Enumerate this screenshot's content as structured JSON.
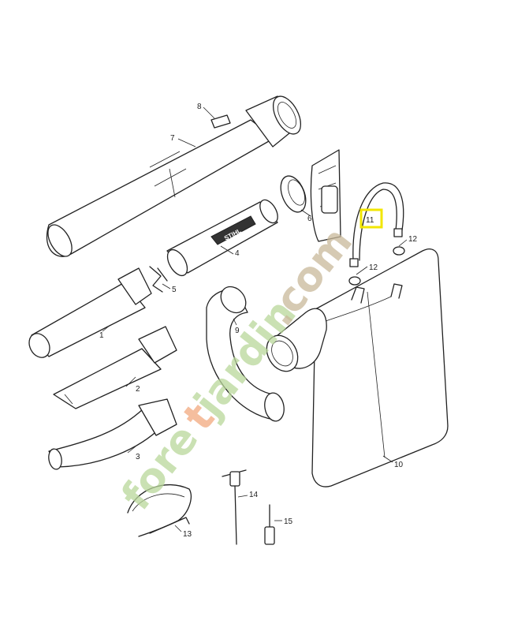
{
  "diagram": {
    "callouts": [
      {
        "id": "1",
        "label": "1"
      },
      {
        "id": "2",
        "label": "2"
      },
      {
        "id": "3",
        "label": "3"
      },
      {
        "id": "4",
        "label": "4"
      },
      {
        "id": "5",
        "label": "5"
      },
      {
        "id": "6",
        "label": "6"
      },
      {
        "id": "7",
        "label": "7"
      },
      {
        "id": "8",
        "label": "8"
      },
      {
        "id": "9",
        "label": "9"
      },
      {
        "id": "10",
        "label": "10"
      },
      {
        "id": "11",
        "label": "11"
      },
      {
        "id": "12a",
        "label": "12"
      },
      {
        "id": "12b",
        "label": "12"
      },
      {
        "id": "13",
        "label": "13"
      },
      {
        "id": "14",
        "label": "14"
      },
      {
        "id": "15",
        "label": "15"
      }
    ],
    "highlighted_callout": "11",
    "highlight_color": "#f2e600",
    "tube_text": "STIHL"
  },
  "watermark": {
    "parts": [
      "fore",
      "t",
      "jardin",
      ".com"
    ],
    "colors": {
      "green": "#b9d79a",
      "orange": "#f2a97e",
      "tan": "#c9b99a"
    }
  }
}
